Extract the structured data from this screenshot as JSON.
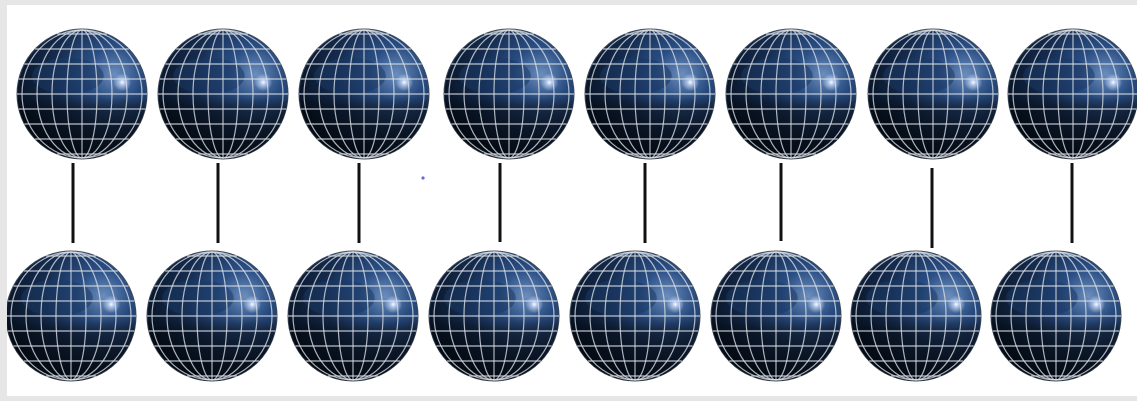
{
  "diagram": {
    "columns": 8,
    "rows": 2,
    "bond_count": 8,
    "sphere_icon": "blue-glass-globe-icon",
    "colors": {
      "background": "#ffffff",
      "border": "#e6e6e6",
      "sphere_dark": "#05101f",
      "sphere_mid": "#1b3a66",
      "sphere_light": "#6f93c4",
      "grid_line": "#d8dde4",
      "bond": "#111111",
      "dot": "#6a6ae0"
    }
  }
}
